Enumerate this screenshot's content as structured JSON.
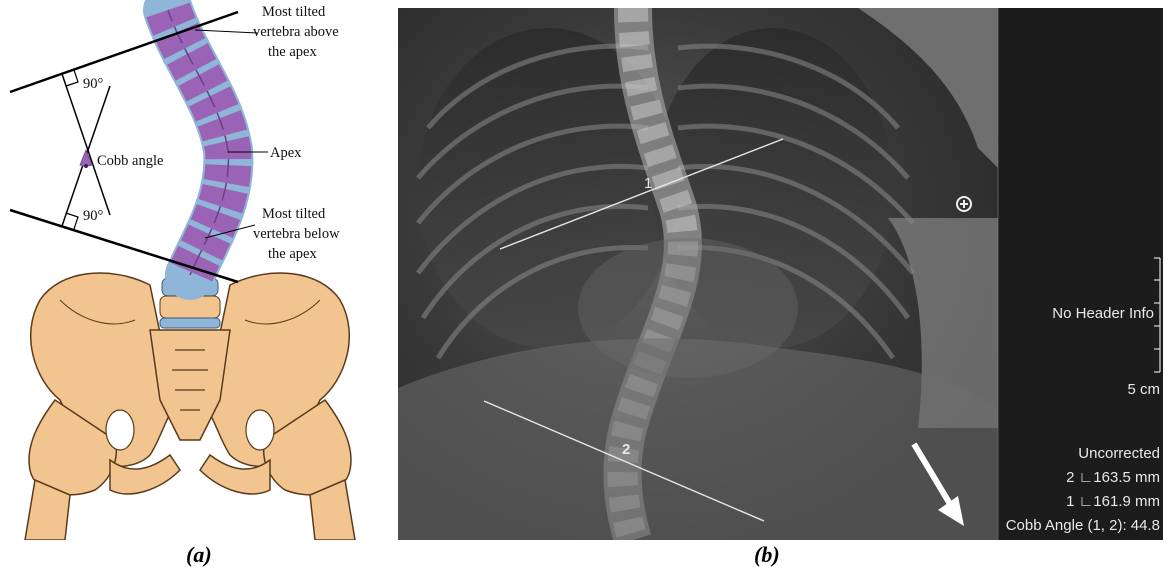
{
  "panel_a": {
    "angle_top": "90°",
    "angle_bottom": "90°",
    "cobb_angle_label": "Cobb angle",
    "upper_label": [
      "Most tilted",
      "vertebra above",
      "the apex"
    ],
    "apex_label": "Apex",
    "lower_label": [
      "Most tilted",
      "vertebra below",
      "the apex"
    ],
    "caption": "(a)"
  },
  "panel_b": {
    "line_1_label": "1",
    "line_2_label": "2",
    "header_info": "No Header Info",
    "scale": "5 cm",
    "uncorrected": "Uncorrected",
    "measure_2": "2 ∟163.5 mm",
    "measure_1": "1 ∟161.9 mm",
    "cobb_result": "Cobb Angle (1, 2): 44.8",
    "caption": "(b)"
  },
  "colors": {
    "bone": "#f2c48f",
    "bone_outline": "#5a3a1a",
    "vertebra": "#9b63b6",
    "disc": "#8fb6d8",
    "xray_bg": "#1a1a1a"
  }
}
